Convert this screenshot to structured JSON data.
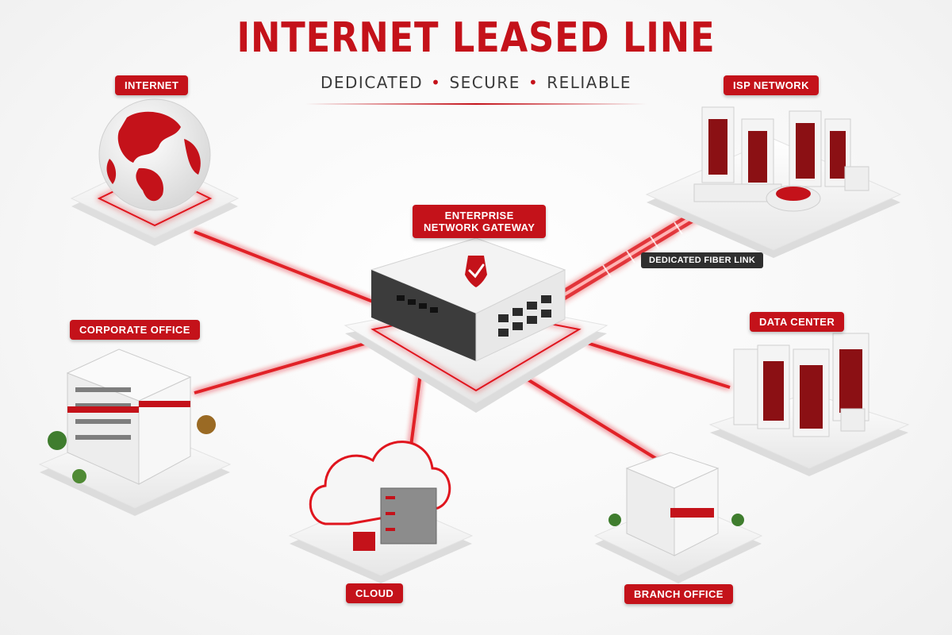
{
  "header": {
    "title": "INTERNET LEASED LINE",
    "subtitle": [
      "DEDICATED",
      "SECURE",
      "RELIABLE"
    ],
    "separator": "•"
  },
  "nodes": {
    "internet": "INTERNET",
    "isp": "ISP NETWORK",
    "gateway": [
      "ENTERPRISE",
      "NETWORK GATEWAY"
    ],
    "corporate": "CORPORATE OFFICE",
    "datacenter": "DATA CENTER",
    "cloud": "CLOUD",
    "branch": "BRANCH OFFICE"
  },
  "links": {
    "fiber_label": "DEDICATED FIBER LINK"
  },
  "colors": {
    "accent": "#c4121a",
    "dark": "#2f2f2f",
    "platform": "#f2f2f2"
  }
}
